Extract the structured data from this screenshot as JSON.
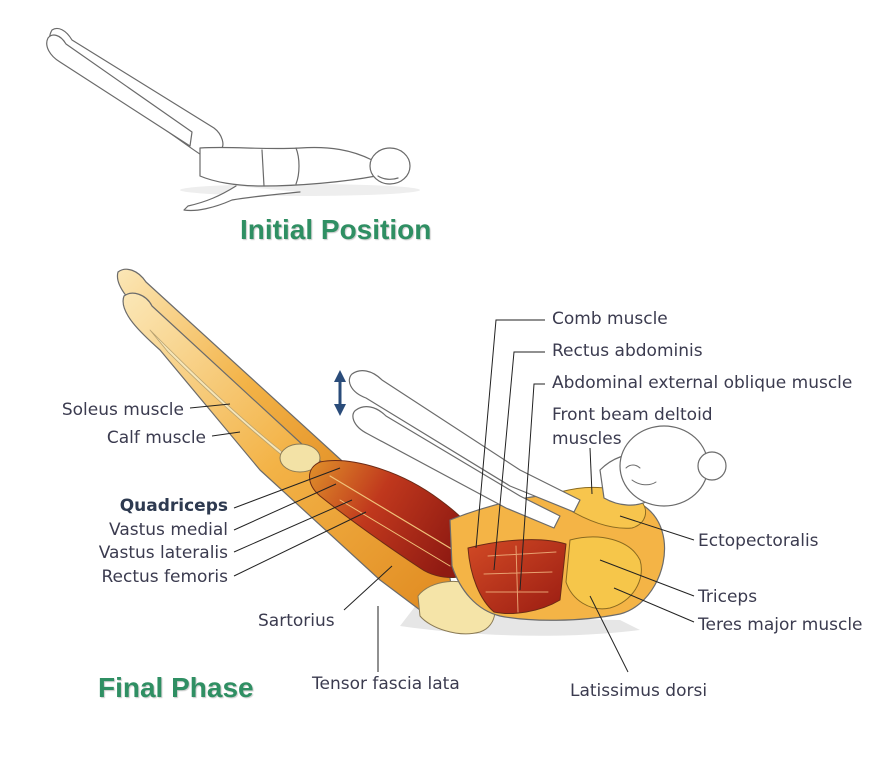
{
  "titles": {
    "initial": "Initial Position",
    "final": "Final Phase"
  },
  "labels": {
    "comb_muscle": "Comb muscle",
    "rectus_abdominis": "Rectus abdominis",
    "external_oblique": "Abdominal external oblique muscle",
    "front_deltoid_1": "Front beam deltoid",
    "front_deltoid_2": "muscles",
    "soleus": "Soleus muscle",
    "calf": "Calf muscle",
    "quadriceps": "Quadriceps",
    "vastus_medial": "Vastus medial",
    "vastus_lateralis": "Vastus lateralis",
    "rectus_femoris": "Rectus femoris",
    "ectopectoralis": "Ectopectoralis",
    "triceps": "Triceps",
    "teres_major": "Teres major muscle",
    "sartorius": "Sartorius",
    "tensor_fascia": "Tensor fascia lata",
    "latissimus": "Latissimus dorsi"
  },
  "colors": {
    "title_green": "#2f8f63",
    "label_text": "#3b3b4f",
    "leader_line": "#222222",
    "muscle_red": "#b8261a",
    "muscle_orange": "#e79a2a",
    "muscle_yellow": "#f6c64a",
    "bone": "#f3e2a6",
    "outline": "#555555",
    "arrow_blue": "#2a4c7a"
  }
}
